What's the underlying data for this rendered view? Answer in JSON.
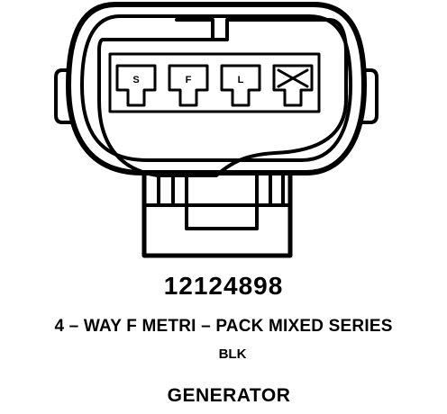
{
  "diagram": {
    "pins": [
      {
        "letter": "S"
      },
      {
        "letter": "F"
      },
      {
        "letter": "L"
      },
      {
        "letter": ""
      }
    ],
    "colors": {
      "line": "#000000",
      "background": "#ffffff"
    }
  },
  "caption": {
    "part_number": "12124898",
    "description": "4 – WAY F METRI – PACK MIXED SERIES",
    "wire_color": "BLK",
    "component": "GENERATOR"
  }
}
